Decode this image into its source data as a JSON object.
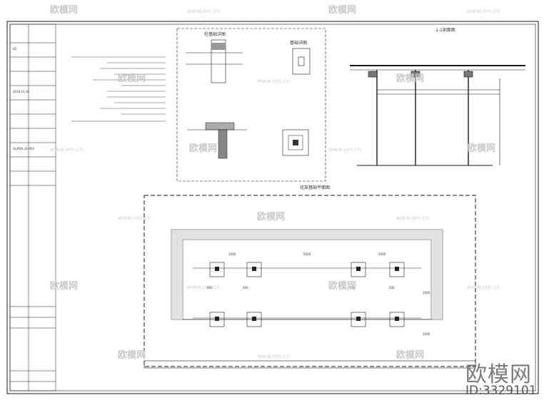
{
  "watermark": {
    "brand_cn": "欧模网",
    "url": "www.om.cn",
    "image_id": "ID:3329101"
  },
  "colors": {
    "line": "#1a1a1a",
    "watermark": "#c9c9c9",
    "brand": "#7a7a7a"
  },
  "drawing": {
    "plan_title": "花架基础平面图",
    "section_title": "1-1剖面图",
    "detail_title_1": "柱基础详图",
    "detail_title_2": "基础详图",
    "dimensions_top": [
      "2000",
      "5000",
      "2000"
    ],
    "dimensions_side": [
      "2000",
      "2000"
    ],
    "dim_small": [
      "400",
      "400",
      "500",
      "500"
    ],
    "title_block_code": "GLBYKL-JG-003",
    "title_block_date": "2018.10.30",
    "title_block_scale": "A2"
  }
}
